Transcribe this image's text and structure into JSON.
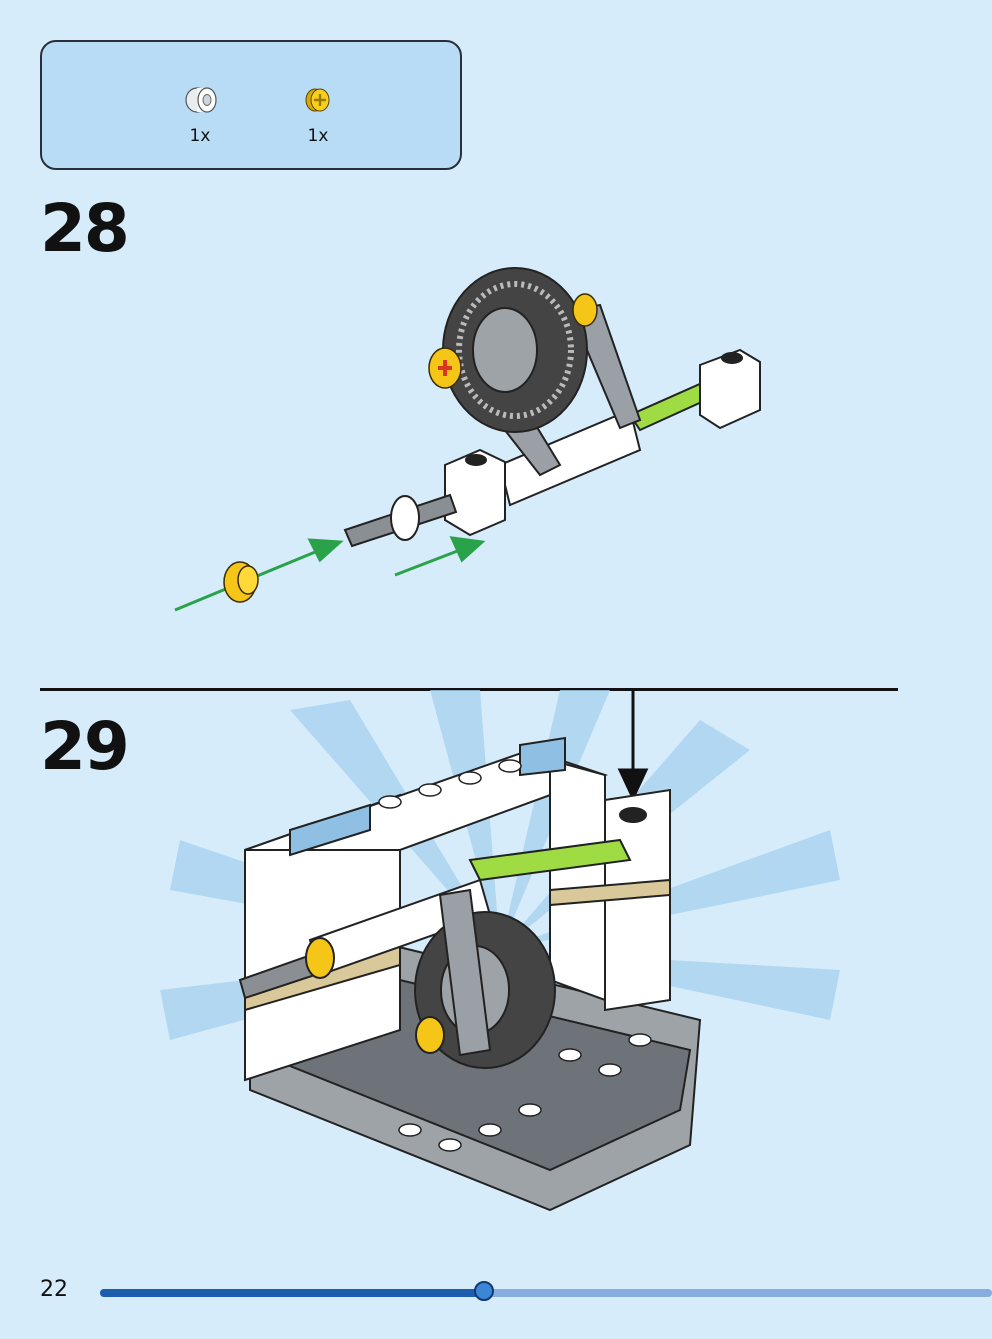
{
  "parts_list": {
    "items": [
      {
        "icon": "white-bush-icon",
        "qty": "1x"
      },
      {
        "icon": "yellow-bush-icon",
        "qty": "1x"
      }
    ]
  },
  "steps": [
    {
      "number": "28"
    },
    {
      "number": "29"
    }
  ],
  "footer": {
    "page_number": "22",
    "progress_fraction": 0.43
  },
  "colors": {
    "background": "#d6ecfa",
    "parts_box": "#b9dcf6",
    "arrow_green": "#2aa24a",
    "progress_fill": "#1d5fae",
    "progress_track": "#86aee0"
  }
}
